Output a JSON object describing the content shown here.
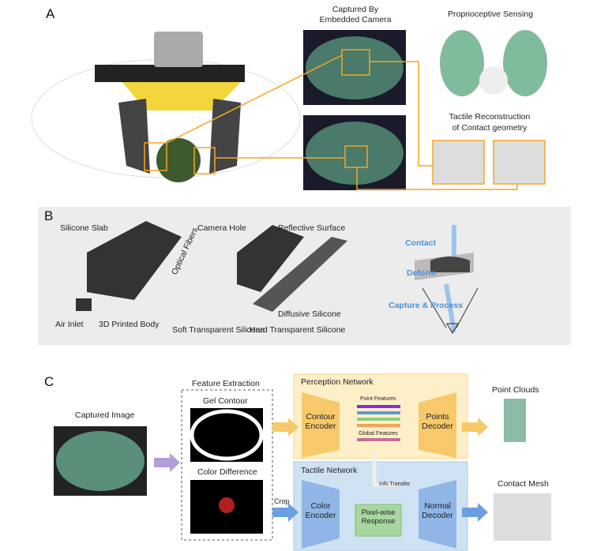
{
  "panels": {
    "a": "A",
    "b": "B",
    "c": "C"
  },
  "section_a": {
    "captured_title": "Captured By\nEmbedded Camera",
    "captured_line1": "Captured By",
    "captured_line2": "Embedded Camera",
    "proprio": "Proprioceptive Sensing",
    "tactile_line1": "Tactile Reconstruction",
    "tactile_line2": "of Contact geometry"
  },
  "section_b": {
    "silicone_slab": "Silicone Slab",
    "optical_fibers": "Optical Fibers",
    "air_inlet": "Air Inlet",
    "printed_body": "3D Printed Body",
    "camera_hole": "Camera Hole",
    "reflective": "Reflective Surface",
    "diffusive": "Diffusive Silicone",
    "soft_transparent": "Soft Transparent Silicone",
    "hard_transparent": "Hard Transparent Silicone",
    "contact": "Contact",
    "deform": "Deform",
    "capture": "Capture & Process"
  },
  "section_c": {
    "captured_image": "Captured Image",
    "feature_extraction": "Feature Extraction",
    "gel_contour": "Gel Contour",
    "color_difference": "Color Difference",
    "crop": "Crop",
    "perception_network": "Perception Network",
    "contour_encoder": "Contour\nEncoder",
    "point_features": "Point Features",
    "global_features": "Global Features",
    "points_decoder": "Points\nDecoder",
    "tactile_network": "Tactile Network",
    "info_transfer": "Info Transfer",
    "color_encoder": "Color\nEncoder",
    "pixel_response": "Pixel-wise\nResponse",
    "normal_decoder": "Normal\nDecoder",
    "point_clouds": "Point Clouds",
    "contact_mesh": "Contact Mesh"
  },
  "colors": {
    "orange": "#f5a623",
    "perception_bg": "#fdf0c8",
    "tactile_bg": "#cfe2f3",
    "feature_colors": [
      "#8a2be2",
      "#5b9bd5",
      "#8fcf7f",
      "#f4a460",
      "#c07090"
    ]
  }
}
